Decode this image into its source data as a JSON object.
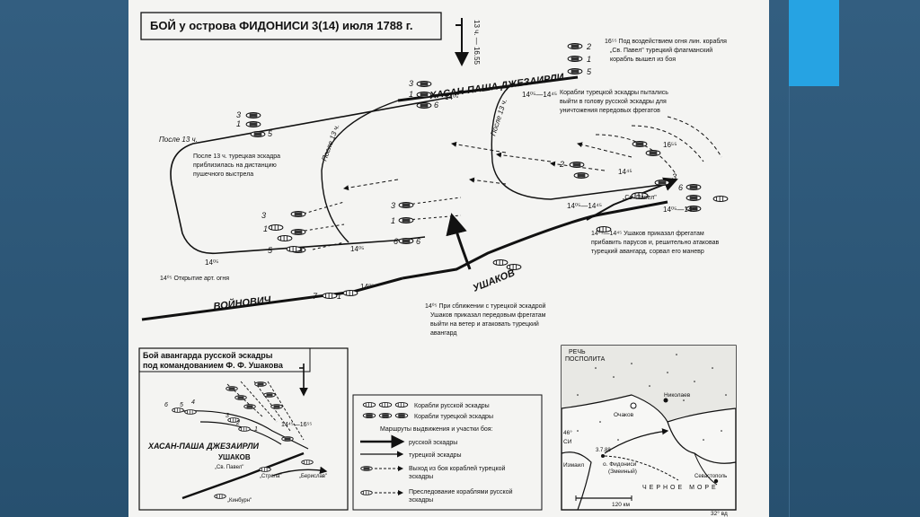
{
  "colors": {
    "background": "#2d5677",
    "accent": "#26a3e3",
    "paper": "#f4f4f2",
    "ink": "#111111"
  },
  "map": {
    "title": "БОЙ у острова ФИДОНИСИ 3(14) июля 1788 г.",
    "wind_label": "13 ч. — 16.55",
    "hassan": "ХАСАН-ПАША ДЖЕЗАИРЛИ",
    "voinovich": "ВОЙНОВИЧ",
    "ushakov": "УШАКОВ",
    "labels": {
      "after13": "После 13 ч.",
      "after13_v1": "После 13 ч.",
      "after13_v2": "После 13 ч.",
      "t1405a": "14⁰⁵",
      "t1405b": "14⁰⁵",
      "t1405c": "14⁰⁵",
      "t1405d": "14⁰⁵",
      "t1405_1445a": "14⁰⁵—14⁴⁵",
      "t1405_1445b": "14⁰⁵—14⁴⁵",
      "t1405_1445c": "14⁰⁵—14⁴⁵",
      "t1445": "14⁴⁵",
      "t1655a": "16⁵⁵",
      "t1655b": "16⁵⁵",
      "sv_pavel": "„Св. Павел\"",
      "v1405": "14⁰⁵"
    },
    "notes": {
      "n1655_1": "16⁵⁵ Под воздействием огня лин. корабля",
      "n1655_2": "„Св. Павел\" турецкий флагманский",
      "n1655_3": "корабль вышел из боя",
      "turk1": "Корабли турецкой эскадры пытались",
      "turk2": "выйти в голову русской эскадры для",
      "turk3": "уничтожения передовых фрегатов",
      "after1": "После 13 ч. турецкая эскадра",
      "after2": "приблизилась на дистанцию",
      "after3": "пушечного выстрела",
      "open": "14⁰⁵ Открытие арт. огня",
      "ush1": "14⁰⁵—14⁴⁵  Ушаков приказал фрегатам",
      "ush2": "прибавить парусов и, решительно атаковав",
      "ush3": "турецкий авангард, сорвал его маневр",
      "app1": "14⁰⁵ При сближении с турецкой эскадрой",
      "app2": "Ушаков приказал передовым фрегатам",
      "app3": "выйти на ветер и атаковать турецкий",
      "app4": "авангард"
    },
    "numbers": {
      "tA3": "3",
      "tA1": "1",
      "tA5": "5",
      "tB3": "3",
      "tB1": "1",
      "tB6": "6",
      "tC2": "2",
      "tC1": "1",
      "tC5": "5",
      "rA3": "3",
      "rA1": "1",
      "rA5": "5",
      "rA6": "6",
      "rB3": "3",
      "rB1": "1",
      "rB6": "6",
      "v7": "7",
      "v1": "1",
      "e2": "2",
      "e3": "3",
      "e6": "6",
      "s2": "2",
      "s1": "1",
      "s3": "3",
      "s5": "5"
    }
  },
  "inset": {
    "title1": "Бой авангарда русской эскадры",
    "title2": "под командованием Ф. Ф. Ушакова",
    "time": "14⁴⁵—16⁵⁵",
    "hassan": "ХАСАН-ПАША ДЖЕЗАИРЛИ",
    "ushakov": "УШАКОВ",
    "sv_pavel": "„Св. Павел\"",
    "strela": "„Стрела\"",
    "berislav": "„Берислав\"",
    "kinburn": "„Кинбурн\"",
    "n6": "6",
    "n5": "5",
    "n4": "4",
    "n3": "3",
    "n2": "2",
    "n1": "1"
  },
  "legend": {
    "rus_ships": "Корабли русской эскадры",
    "turk_ships": "Корабли турецкой эскадры",
    "routes": "Маршруты выдвижения и участки боя:",
    "rus_squad": "русской эскадры",
    "turk_squad": "турецкой эскадры",
    "exit1": "Выход из боя кораблей турецкой",
    "exit2": "эскадры",
    "pursuit1": "Преследование кораблями русской",
    "pursuit2": "эскадры"
  },
  "locator": {
    "rzecz1": "РЕЧЬ",
    "rzecz2": "ПОСПОЛИТА",
    "ochakov": "Очаков",
    "nikolaev": "Николаев",
    "izmail": "Измаил",
    "fidonisi1": "о. Фидониси",
    "fidonisi2": "(Змеиный)",
    "black_sea": "ЧЕРНОЕ МОРЕ",
    "sevastopol": "Севастополь",
    "scale": "120 км",
    "lat": "46°",
    "lon": "32° вд",
    "coast": "СИ",
    "date_mark": "3.7.88"
  }
}
